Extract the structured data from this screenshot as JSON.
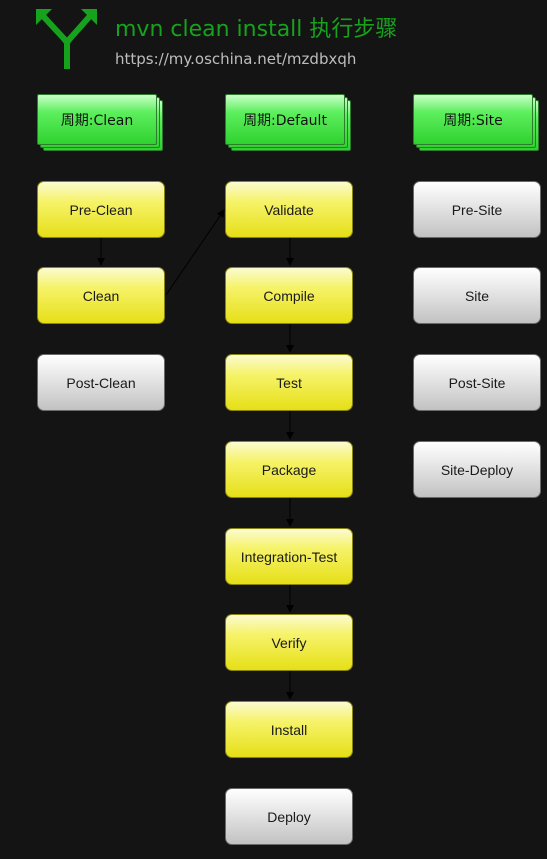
{
  "header": {
    "title": "mvn clean install 执行步骤",
    "subtitle": "https://my.oschina.net/mzdbxqh",
    "logo_icon": "branch-fork-icon",
    "title_color": "#17a21d"
  },
  "lifecycles": {
    "clean": "周期:Clean",
    "default": "周期:Default",
    "site": "周期:Site"
  },
  "phases": {
    "clean": [
      "Pre-Clean",
      "Clean",
      "Post-Clean"
    ],
    "default": [
      "Validate",
      "Compile",
      "Test",
      "Package",
      "Integration-Test",
      "Verify",
      "Install",
      "Deploy"
    ],
    "site": [
      "Pre-Site",
      "Site",
      "Post-Site",
      "Site-Deploy"
    ]
  },
  "colors": {
    "executed_phase": "#f6f36a",
    "skipped_phase": "#e4e4e4",
    "lifecycle_header": "#5eef5e"
  }
}
